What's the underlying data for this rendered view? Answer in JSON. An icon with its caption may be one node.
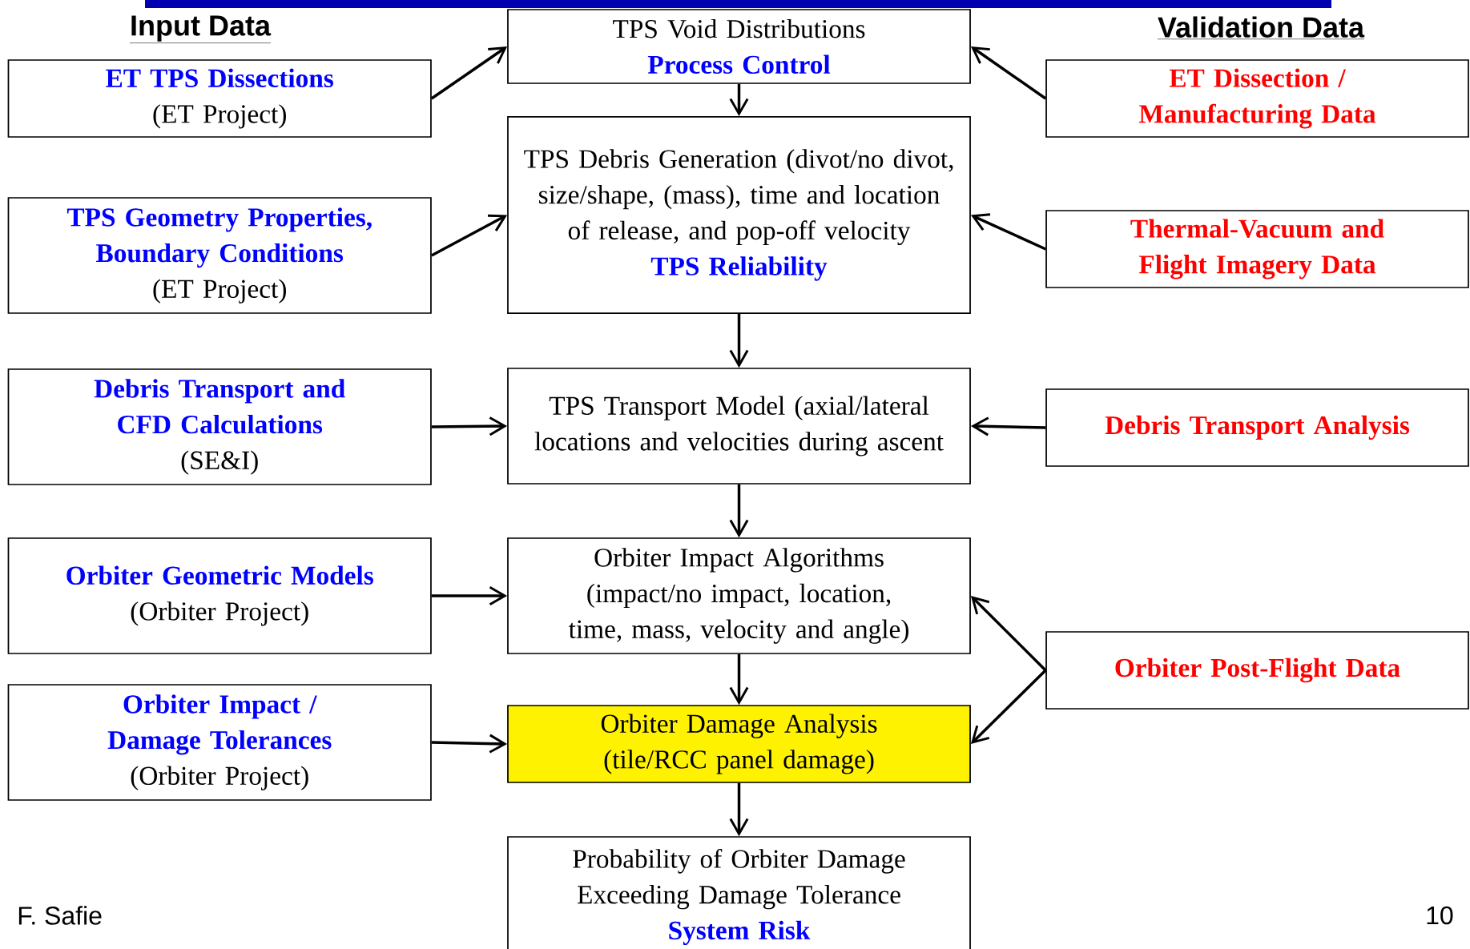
{
  "diagram": {
    "nodes": [
      {
        "text": [
          "ET TPS Dissections",
          "(ET Project)"
        ]
      },
      {
        "text": [
          "TPS Geometry Properties, Boundary Conditions",
          "(ET Project)"
        ]
      },
      {
        "text": [
          "Debris Transport and CFD Calculations",
          "(SE&I)"
        ]
      },
      {
        "text": [
          "Orbiter Geometric Models",
          "(Orbiter Project)"
        ]
      },
      {
        "text": [
          "Orbiter Impact / Damage Tolerances",
          "(Orbiter Project)"
        ]
      },
      {
        "text": [
          "TPS Void Distributions",
          "Process Control"
        ]
      },
      {
        "text": [
          "TPS Debris Generation (divot/no divot, size/shape, (mass), time and location of release, and pop-off velocity",
          "TPS Reliability"
        ]
      },
      {
        "text": [
          "TPS Transport Model (axial/lateral locations and velocities during ascent"
        ]
      },
      {
        "text": [
          "Orbiter Impact Algorithms (impact/no impact, location, time, mass, velocity and angle)"
        ]
      },
      {
        "text": [
          "Orbiter Damage Analysis (tile/RCC panel damage)"
        ]
      },
      {
        "text": [
          "Probability of Orbiter Damage Exceeding Damage Tolerance",
          "System Risk"
        ]
      },
      {
        "text": [
          "ET Dissection / Manufacturing Data"
        ]
      },
      {
        "text": [
          "Thermal-Vacuum and Flight Imagery Data"
        ]
      },
      {
        "text": [
          "Debris Transport Analysis"
        ]
      },
      {
        "text": [
          "Orbiter Post-Flight Data"
        ]
      }
    ],
    "edges": [
      {
        "from": 0,
        "to": 5,
        "arrow": "to"
      },
      {
        "from": 1,
        "to": 6,
        "arrow": "to"
      },
      {
        "from": 2,
        "to": 7,
        "arrow": "to"
      },
      {
        "from": 3,
        "to": 8,
        "arrow": "to"
      },
      {
        "from": 4,
        "to": 9,
        "arrow": "to"
      },
      {
        "from": 11,
        "to": 5,
        "arrow": "to"
      },
      {
        "from": 12,
        "to": 6,
        "arrow": "to"
      },
      {
        "from": 13,
        "to": 7,
        "arrow": "to"
      },
      {
        "from": 14,
        "to": 8,
        "arrow": "to"
      },
      {
        "from": 14,
        "to": 9,
        "arrow": "to"
      },
      {
        "from": 5,
        "to": 6,
        "arrow": "to"
      },
      {
        "from": 6,
        "to": 7,
        "arrow": "to"
      },
      {
        "from": 7,
        "to": 8,
        "arrow": "to"
      },
      {
        "from": 8,
        "to": 9,
        "arrow": "to"
      },
      {
        "from": 9,
        "to": 10,
        "arrow": "to"
      }
    ],
    "labels": [
      "Input Data",
      "Validation Data",
      "F. Safie",
      "10"
    ]
  }
}
